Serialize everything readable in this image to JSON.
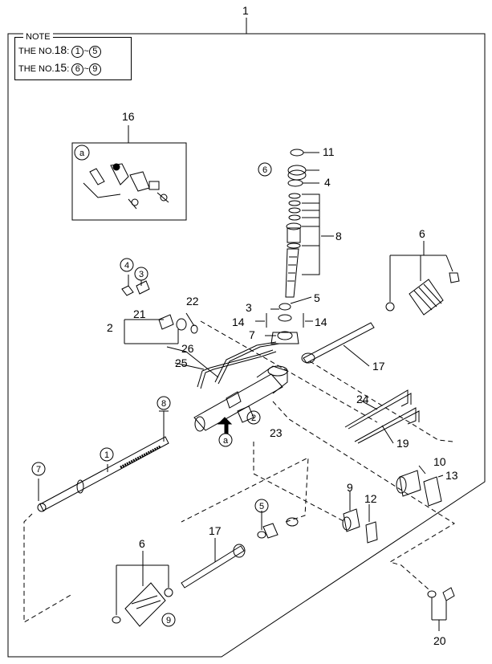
{
  "diagram": {
    "main_number": "1",
    "note": {
      "title": "NOTE",
      "lines": [
        {
          "prefix": "THE NO.",
          "number": "18",
          "colon": ":",
          "from": "1",
          "tilde": "~",
          "to": "5"
        },
        {
          "prefix": "THE NO.",
          "number": "15",
          "colon": ":",
          "from": "6",
          "tilde": "~",
          "to": "9"
        }
      ]
    },
    "inset_marker": "a",
    "callouts": {
      "c16": "16",
      "c11": "11",
      "c6_top": "6",
      "c4_top": "4",
      "c8": "8",
      "c6_right": "6",
      "c4_left": "4",
      "c3_left": "3",
      "c21": "21",
      "c22": "22",
      "c2_left": "2",
      "c3_mid": "3",
      "c5_mid": "5",
      "c14_left": "14",
      "c14_right": "14",
      "c7": "7",
      "c26": "26",
      "c25": "25",
      "c17_right": "17",
      "c24": "24",
      "c19": "19",
      "c2_mid": "2",
      "c23": "23",
      "c_a": "a",
      "c8_left": "8",
      "c1_rack": "1",
      "c7_left": "7",
      "c10": "10",
      "c13": "13",
      "c9_right": "9",
      "c12": "12",
      "c5_low": "5",
      "c17_low": "17",
      "c6_low": "6",
      "c9_low": "9",
      "c20": "20"
    }
  }
}
